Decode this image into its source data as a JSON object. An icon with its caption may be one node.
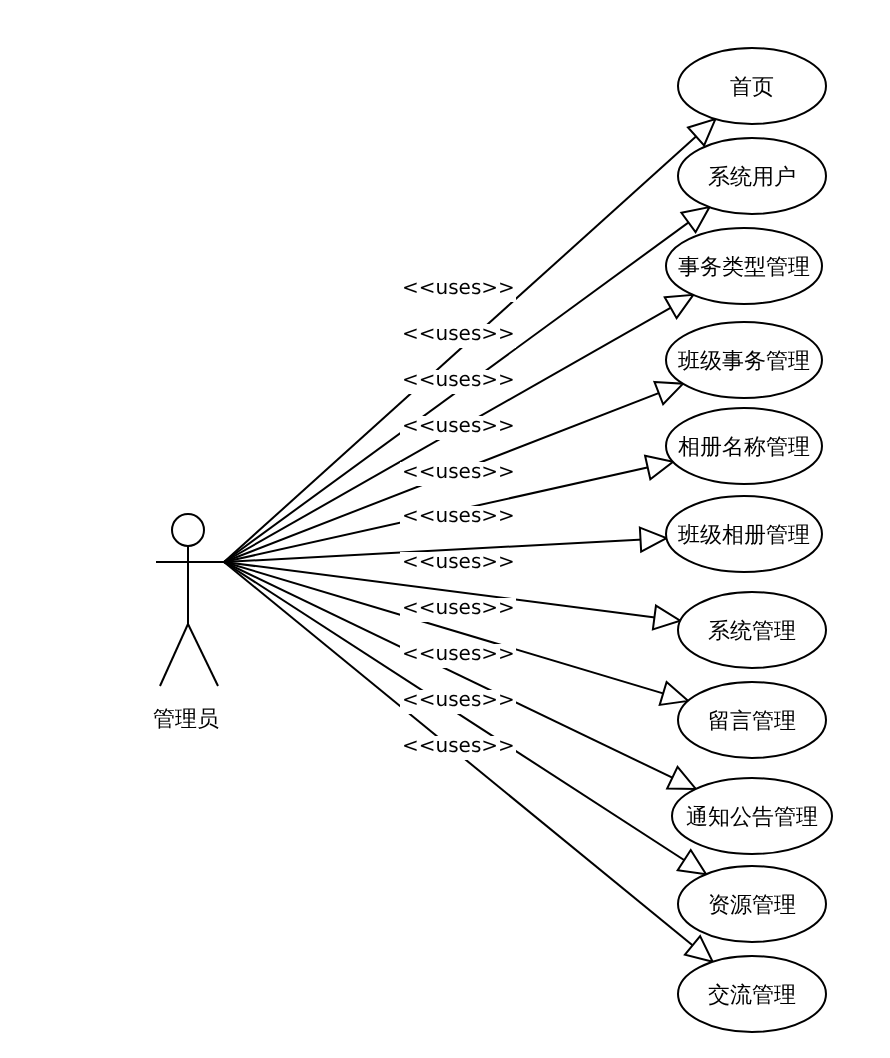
{
  "diagram": {
    "nodes": [
      {
        "text": [
          "管理员"
        ]
      },
      {
        "text": [
          "首页"
        ]
      },
      {
        "text": [
          "系统用户"
        ]
      },
      {
        "text": [
          "事务类型管理"
        ]
      },
      {
        "text": [
          "班级事务管理"
        ]
      },
      {
        "text": [
          "相册名称管理"
        ]
      },
      {
        "text": [
          "班级相册管理"
        ]
      },
      {
        "text": [
          "系统管理"
        ]
      },
      {
        "text": [
          "留言管理"
        ]
      },
      {
        "text": [
          "通知公告管理"
        ]
      },
      {
        "text": [
          "资源管理"
        ]
      },
      {
        "text": [
          "交流管理"
        ]
      }
    ],
    "edges": [
      {
        "from": 0,
        "to": 1,
        "arrow": "to",
        "label": "<<uses>>"
      },
      {
        "from": 0,
        "to": 2,
        "arrow": "to",
        "label": "<<uses>>"
      },
      {
        "from": 0,
        "to": 3,
        "arrow": "to",
        "label": "<<uses>>"
      },
      {
        "from": 0,
        "to": 4,
        "arrow": "to",
        "label": "<<uses>>"
      },
      {
        "from": 0,
        "to": 5,
        "arrow": "to",
        "label": "<<uses>>"
      },
      {
        "from": 0,
        "to": 6,
        "arrow": "to",
        "label": "<<uses>>"
      },
      {
        "from": 0,
        "to": 7,
        "arrow": "to",
        "label": "<<uses>>"
      },
      {
        "from": 0,
        "to": 8,
        "arrow": "to",
        "label": "<<uses>>"
      },
      {
        "from": 0,
        "to": 9,
        "arrow": "to",
        "label": "<<uses>>"
      },
      {
        "from": 0,
        "to": 10,
        "arrow": "to",
        "label": "<<uses>>"
      },
      {
        "from": 0,
        "to": 11,
        "arrow": "to",
        "label": "<<uses>>"
      }
    ]
  }
}
